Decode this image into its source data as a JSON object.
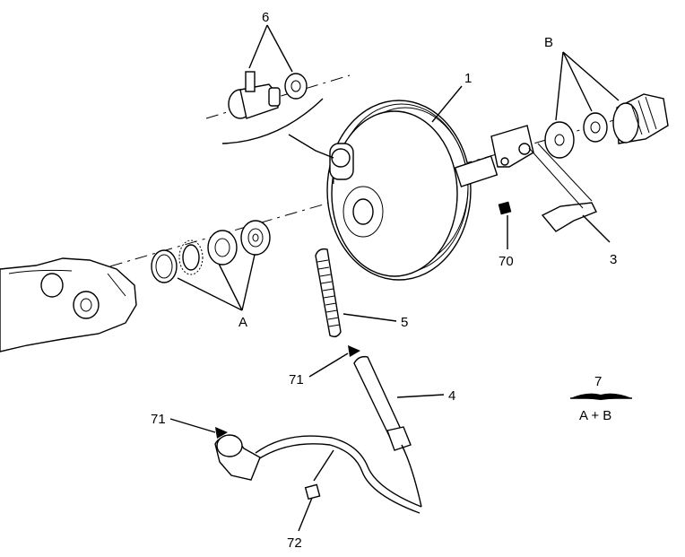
{
  "callouts": {
    "c1": "1",
    "c3": "3",
    "c4": "4",
    "c5": "5",
    "c6": "6",
    "c70": "70",
    "c71a": "71",
    "c71b": "71",
    "c72": "72",
    "cA": "A",
    "cB": "B"
  },
  "kit": {
    "number": "7",
    "contents": "A + B"
  },
  "colors": {
    "line": "#000000",
    "background": "#ffffff"
  }
}
